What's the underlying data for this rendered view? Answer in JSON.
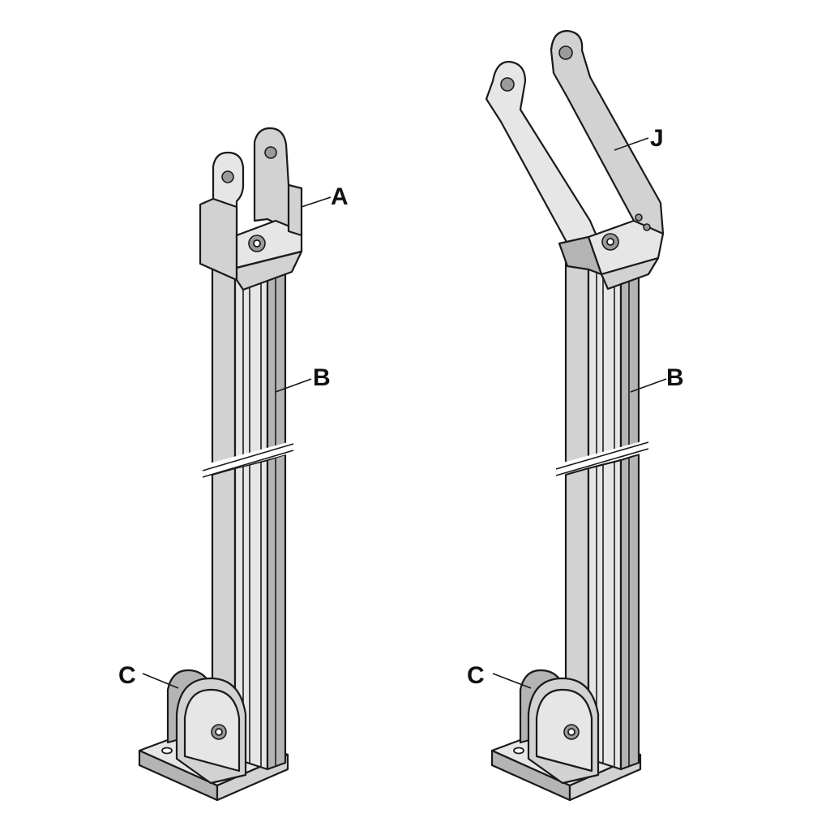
{
  "labels": {
    "A": "A",
    "J": "J",
    "B_left": "B",
    "B_right": "B",
    "C_left": "C",
    "C_right": "C"
  },
  "colors": {
    "metal": "#d2d2d2",
    "metal_dark": "#b4b4b4",
    "metal_light": "#e6e6e6",
    "outline": "#1a1a1a",
    "background": "#ffffff"
  }
}
